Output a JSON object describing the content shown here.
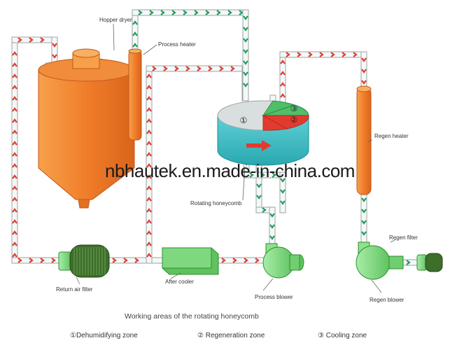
{
  "labels": {
    "hopper_dryer": "Hopper dryer",
    "process_heater": "Process heater",
    "regen_heater": "Regen heater",
    "rotating_honeycomb": "Rotating honeycomb",
    "return_air_filter": "Return air filter",
    "after_cooler": "After cooler",
    "process_blower": "Process blower",
    "regen_filter": "Regen filter",
    "regen_blower": "Regen blower"
  },
  "watermark": "nbhautek.en.made-in-china.com",
  "wheel_markers": {
    "one": "①",
    "two": "②",
    "three": "③"
  },
  "footer": {
    "title": "Working areas of the rotating honeycomb",
    "zone1": "①Dehumidifying zone",
    "zone2": "② Regeneration zone",
    "zone3": "③ Cooling zone"
  },
  "colors": {
    "orange": "#f07d2a",
    "orange_dark": "#d9641a",
    "teal": "#3bbcc4",
    "green": "#7fd87f",
    "green_dark": "#2f8f2f",
    "arrow_red": "#e23b2e",
    "arrow_green": "#1e9f5a",
    "pipe": "#cfd6d6"
  }
}
